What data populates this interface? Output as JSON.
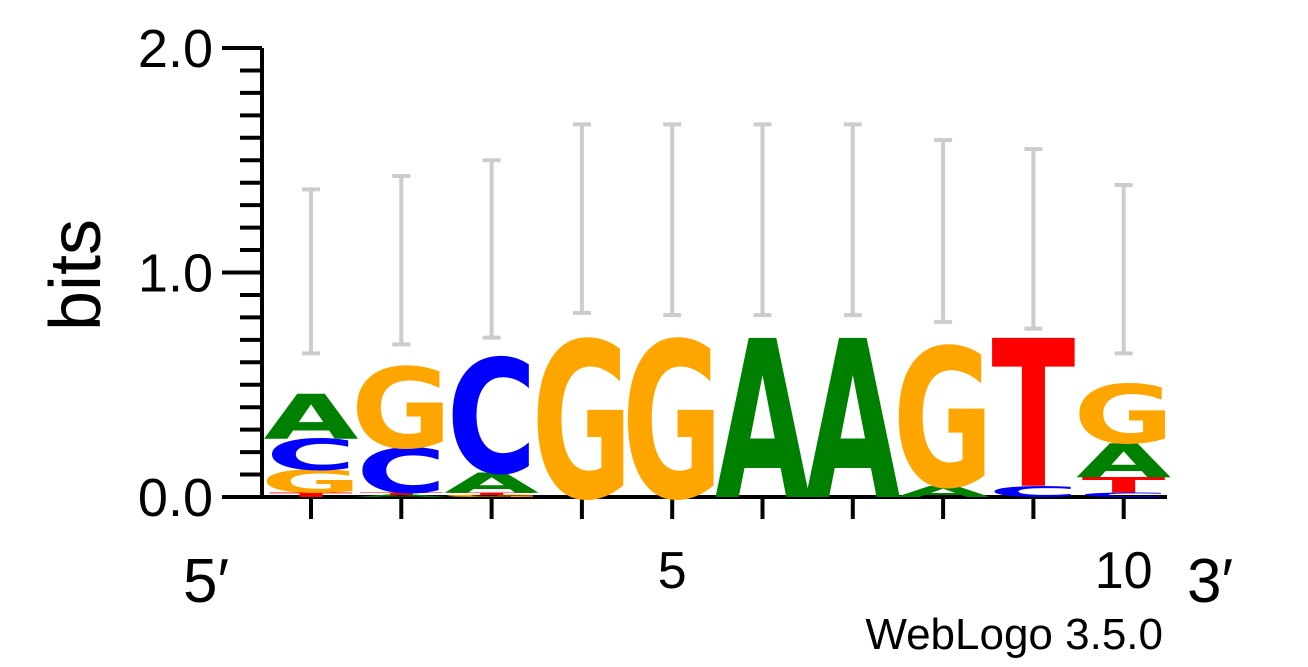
{
  "chart_data": {
    "type": "sequence-logo",
    "ylabel": "bits",
    "ylim": [
      0,
      2
    ],
    "yticks": [
      {
        "value": 0,
        "label": "0.0"
      },
      {
        "value": 1,
        "label": "1.0"
      },
      {
        "value": 2,
        "label": "2.0"
      }
    ],
    "xticks": [
      {
        "position": 5,
        "label": "5"
      },
      {
        "position": 10,
        "label": "10"
      }
    ],
    "five_prime_label": "5′",
    "three_prime_label": "3′",
    "footer": "WebLogo 3.5.0",
    "colors": {
      "A": "#008000",
      "C": "#0000ff",
      "G": "#ffa500",
      "T": "#ff0000"
    },
    "error_bar_color": "#cccccc",
    "positions": [
      {
        "index": 1,
        "stack": [
          {
            "base": "T",
            "height": 0.02
          },
          {
            "base": "G",
            "height": 0.1
          },
          {
            "base": "C",
            "height": 0.14
          },
          {
            "base": "A",
            "height": 0.2
          }
        ],
        "error": [
          0.64,
          1.37
        ]
      },
      {
        "index": 2,
        "stack": [
          {
            "base": "A",
            "height": 0.01
          },
          {
            "base": "T",
            "height": 0.01
          },
          {
            "base": "C",
            "height": 0.2
          },
          {
            "base": "G",
            "height": 0.36
          }
        ],
        "error": [
          0.68,
          1.43
        ]
      },
      {
        "index": 3,
        "stack": [
          {
            "base": "G",
            "height": 0.01
          },
          {
            "base": "T",
            "height": 0.01
          },
          {
            "base": "A",
            "height": 0.09
          },
          {
            "base": "C",
            "height": 0.51
          }
        ],
        "error": [
          0.71,
          1.5
        ]
      },
      {
        "index": 4,
        "stack": [
          {
            "base": "G",
            "height": 0.7
          }
        ],
        "error": [
          0.82,
          1.66
        ]
      },
      {
        "index": 5,
        "stack": [
          {
            "base": "G",
            "height": 0.7
          }
        ],
        "error": [
          0.81,
          1.66
        ]
      },
      {
        "index": 6,
        "stack": [
          {
            "base": "A",
            "height": 0.71
          }
        ],
        "error": [
          0.81,
          1.66
        ]
      },
      {
        "index": 7,
        "stack": [
          {
            "base": "A",
            "height": 0.71
          }
        ],
        "error": [
          0.81,
          1.66
        ]
      },
      {
        "index": 8,
        "stack": [
          {
            "base": "A",
            "height": 0.05
          },
          {
            "base": "G",
            "height": 0.62
          }
        ],
        "error": [
          0.78,
          1.59
        ]
      },
      {
        "index": 9,
        "stack": [
          {
            "base": "C",
            "height": 0.05
          },
          {
            "base": "T",
            "height": 0.66
          }
        ],
        "error": [
          0.75,
          1.55
        ]
      },
      {
        "index": 10,
        "stack": [
          {
            "base": "C",
            "height": 0.02
          },
          {
            "base": "T",
            "height": 0.07
          },
          {
            "base": "A",
            "height": 0.15
          },
          {
            "base": "G",
            "height": 0.26
          }
        ],
        "error": [
          0.64,
          1.39
        ]
      }
    ]
  }
}
